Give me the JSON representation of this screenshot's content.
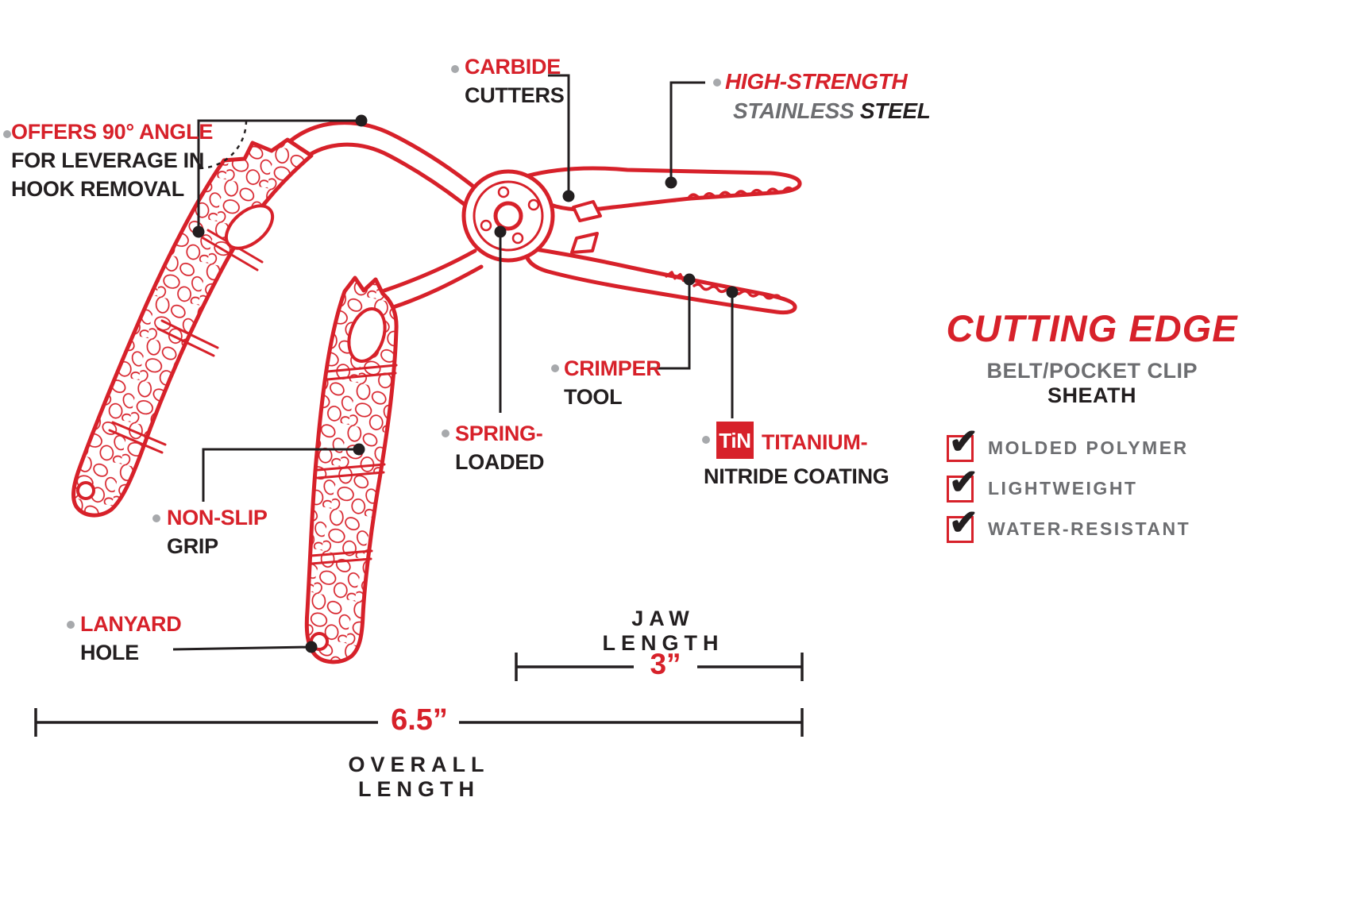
{
  "colors": {
    "red": "#D7212A",
    "black": "#231F20",
    "gray": "#6D6E71",
    "bullet_gray": "#A7A9AC"
  },
  "labels": {
    "angle": {
      "line1": "OFFERS 90° ANGLE",
      "line2": "FOR LEVERAGE IN",
      "line3": "HOOK REMOVAL"
    },
    "carbide": {
      "line1": "CARBIDE",
      "line2": "CUTTERS"
    },
    "high_strength": {
      "line1": "HIGH-STRENGTH",
      "line2a": "STAINLESS",
      "line2b": "STEEL"
    },
    "crimper": {
      "line1": "CRIMPER",
      "line2": "TOOL"
    },
    "spring": {
      "line1": "SPRING-",
      "line2": "LOADED"
    },
    "tin": {
      "badge": "TiN",
      "line1": "TITANIUM-",
      "line2": "NITRIDE COATING"
    },
    "non_slip": {
      "line1": "NON-SLIP",
      "line2": "GRIP"
    },
    "lanyard": {
      "line1": "LANYARD",
      "line2": "HOLE"
    }
  },
  "dimensions": {
    "jaw_label": "JAW LENGTH",
    "jaw_value": "3”",
    "overall_label": "OVERALL LENGTH",
    "overall_value": "6.5”"
  },
  "sheath": {
    "title": "CUTTING EDGE",
    "subtitle_a": "BELT/POCKET CLIP",
    "subtitle_b": "SHEATH",
    "check": "✔",
    "features": [
      "MOLDED POLYMER",
      "LIGHTWEIGHT",
      "WATER-RESISTANT"
    ]
  }
}
